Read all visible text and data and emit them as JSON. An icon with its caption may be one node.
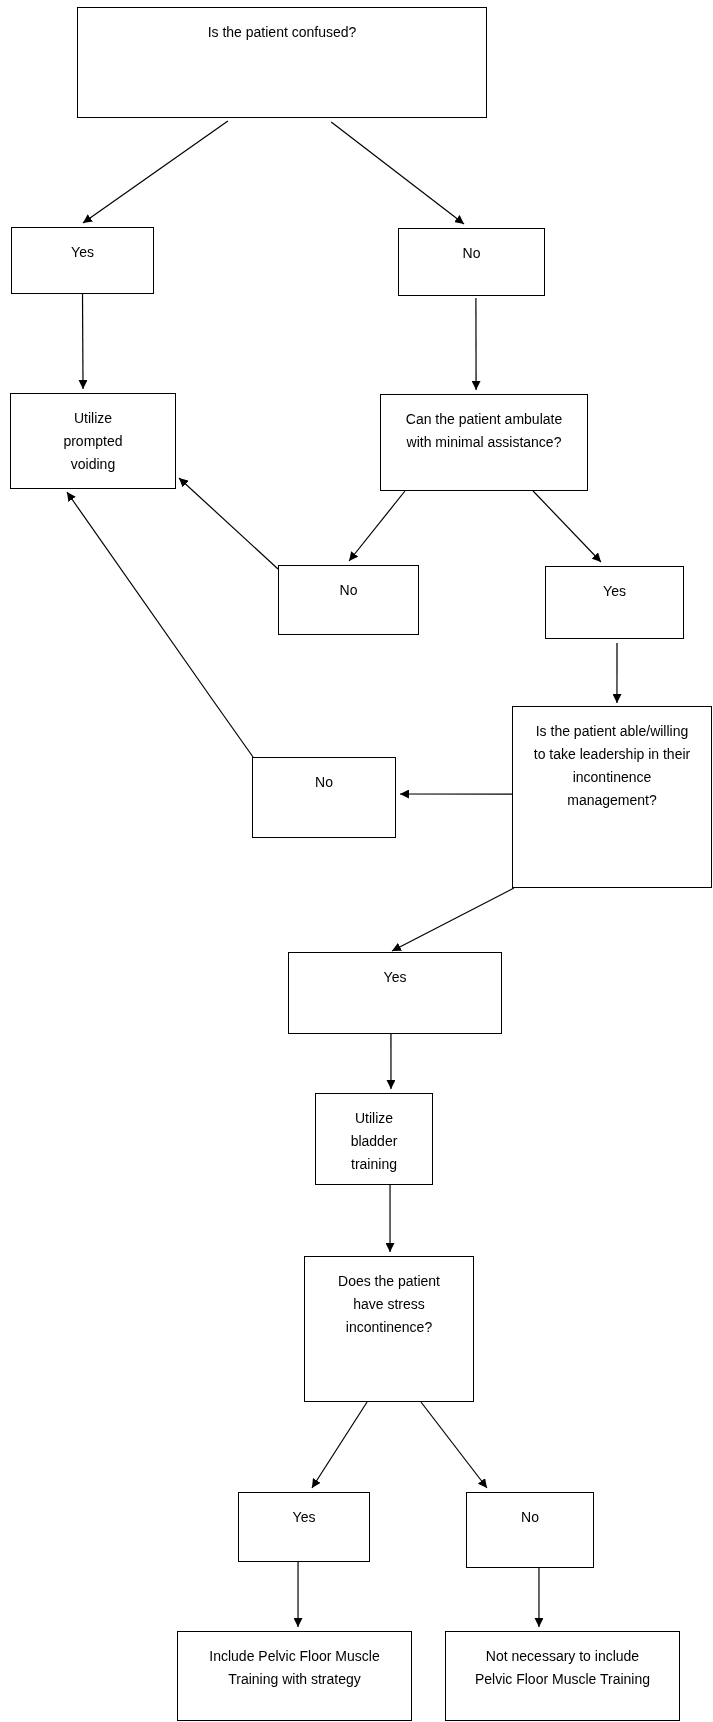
{
  "diagram": {
    "nodes": [
      {
        "text": [
          "Is the patient confused?"
        ]
      },
      {
        "text": [
          "Yes"
        ]
      },
      {
        "text": [
          "No"
        ]
      },
      {
        "text": [
          "Utilize prompted voiding"
        ]
      },
      {
        "text": [
          "Can the patient ambulate with minimal assistance?"
        ]
      },
      {
        "text": [
          "No"
        ]
      },
      {
        "text": [
          "Yes"
        ]
      },
      {
        "text": [
          "Is the patient able/willing to take leadership in their incontinence management?"
        ]
      },
      {
        "text": [
          "No"
        ]
      },
      {
        "text": [
          "Yes"
        ]
      },
      {
        "text": [
          "Utilize bladder training"
        ]
      },
      {
        "text": [
          "Does the patient have stress incontinence?"
        ]
      },
      {
        "text": [
          "Yes"
        ]
      },
      {
        "text": [
          "No"
        ]
      },
      {
        "text": [
          "Include Pelvic Floor Muscle Training with strategy"
        ]
      },
      {
        "text": [
          "Not necessary to include Pelvic Floor Muscle Training"
        ]
      }
    ],
    "edges": [
      {
        "from": 0,
        "to": 1,
        "arrow": "to"
      },
      {
        "from": 0,
        "to": 2,
        "arrow": "to"
      },
      {
        "from": 1,
        "to": 3,
        "arrow": "to"
      },
      {
        "from": 2,
        "to": 4,
        "arrow": "to"
      },
      {
        "from": 4,
        "to": 5,
        "arrow": "to"
      },
      {
        "from": 4,
        "to": 6,
        "arrow": "to"
      },
      {
        "from": 5,
        "to": 3,
        "arrow": "to"
      },
      {
        "from": 6,
        "to": 7,
        "arrow": "to"
      },
      {
        "from": 7,
        "to": 8,
        "arrow": "to"
      },
      {
        "from": 8,
        "to": 3,
        "arrow": "to"
      },
      {
        "from": 7,
        "to": 9,
        "arrow": "to"
      },
      {
        "from": 9,
        "to": 10,
        "arrow": "to"
      },
      {
        "from": 10,
        "to": 11,
        "arrow": "to"
      },
      {
        "from": 11,
        "to": 12,
        "arrow": "to"
      },
      {
        "from": 11,
        "to": 13,
        "arrow": "to"
      },
      {
        "from": 12,
        "to": 14,
        "arrow": "to"
      },
      {
        "from": 13,
        "to": 15,
        "arrow": "to"
      }
    ]
  }
}
